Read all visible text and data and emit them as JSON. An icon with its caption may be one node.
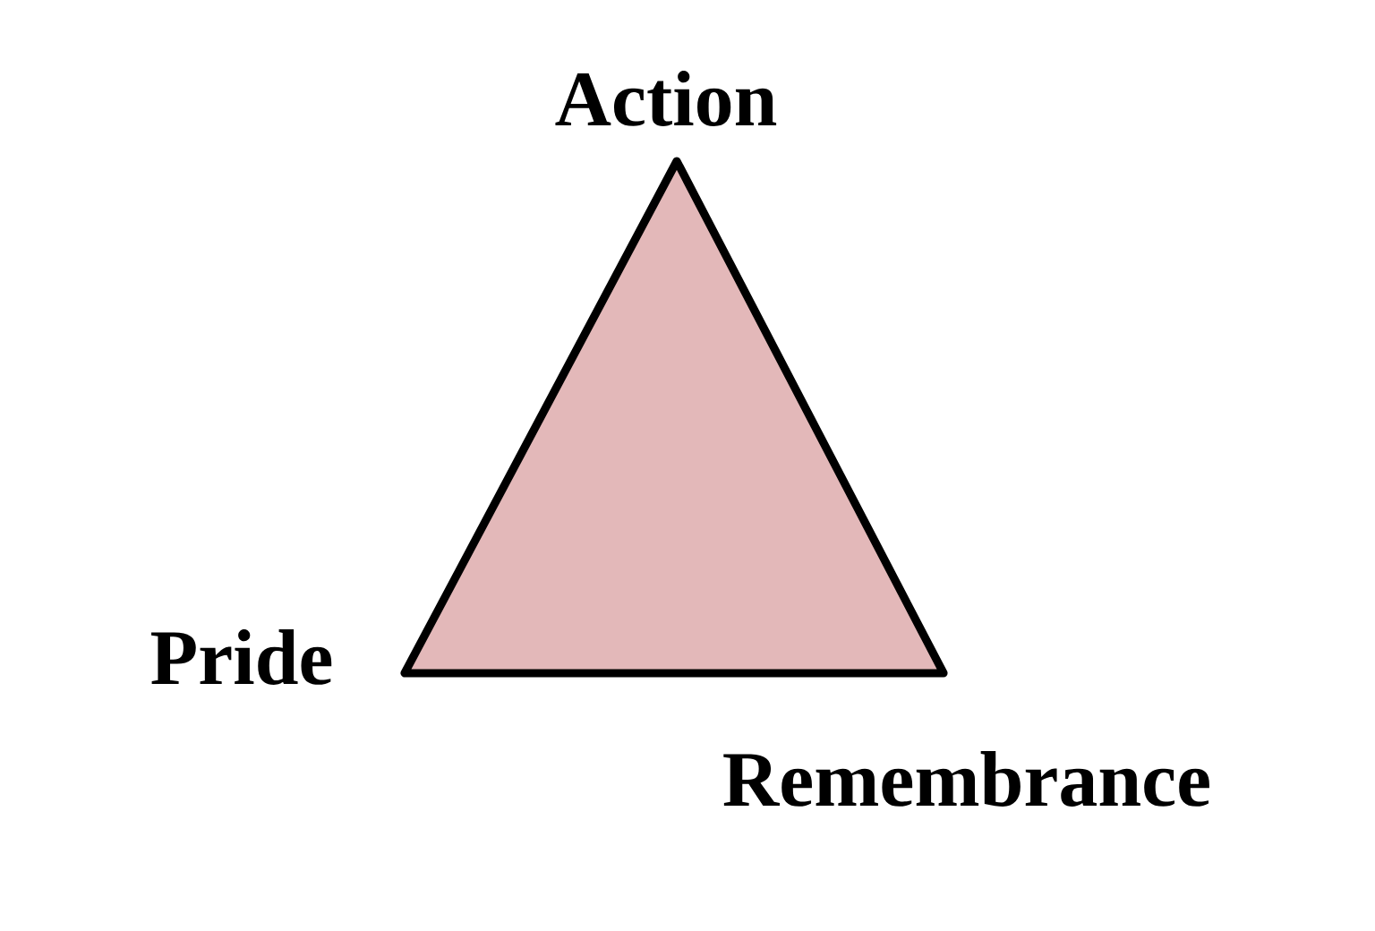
{
  "diagram": {
    "nodes": [
      {
        "text": [],
        "shape": "triangle"
      }
    ],
    "labels": [
      "Action",
      "Pride",
      "Remembrance"
    ]
  }
}
